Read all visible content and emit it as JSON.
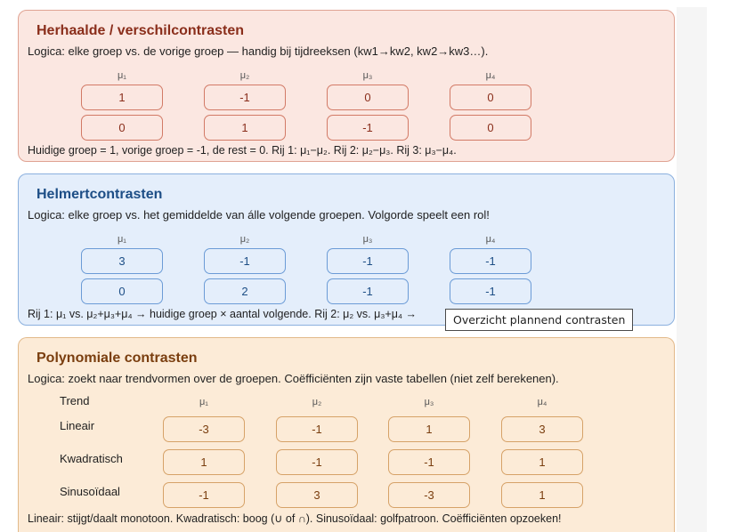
{
  "herhaalde": {
    "title": "Herhaalde / verschilcontrasten",
    "logic": "Logica: elke groep vs. de vorige groep — handig bij tijdreeksen (kw1→kw2, kw2→kw3…).",
    "headers": [
      "μ₁",
      "μ₂",
      "μ₃",
      "μ₄"
    ],
    "rows": [
      [
        "1",
        "-1",
        "0",
        "0"
      ],
      [
        "0",
        "1",
        "-1",
        "0"
      ]
    ],
    "note": "Huidige groep = 1, vorige groep = -1, de rest = 0. Rij 1: μ₁−μ₂. Rij 2: μ₂−μ₃. Rij 3: μ₃−μ₄."
  },
  "helmert": {
    "title": "Helmertcontrasten",
    "logic": "Logica: elke groep vs. het gemiddelde van álle volgende groepen. Volgorde speelt een rol!",
    "headers": [
      "μ₁",
      "μ₂",
      "μ₃",
      "μ₄"
    ],
    "rows": [
      [
        "3",
        "-1",
        "-1",
        "-1"
      ],
      [
        "0",
        "2",
        "-1",
        "-1"
      ]
    ],
    "note": "Rij 1: μ₁ vs. μ₂+μ₃+μ₄ → huidige groep × aantal volgende. Rij 2: μ₂ vs. μ₃+μ₄ →"
  },
  "polynomiaal": {
    "title": "Polynomiale contrasten",
    "logic": "Logica: zoekt naar trendvormen over de groepen. Coëfficiënten zijn vaste tabellen (niet zelf berekenen).",
    "trend_header": "Trend",
    "headers": [
      "μ₁",
      "μ₂",
      "μ₃",
      "μ₄"
    ],
    "trends": [
      "Lineair",
      "Kwadratisch",
      "Sinusoïdaal"
    ],
    "rows": [
      [
        "-3",
        "-1",
        "1",
        "3"
      ],
      [
        "1",
        "-1",
        "-1",
        "1"
      ],
      [
        "-1",
        "3",
        "-3",
        "1"
      ]
    ],
    "note": "Lineair: stijgt/daalt monotoon. Kwadratisch: boog (∪ of ∩). Sinusoïdaal: golfpatroon. Coëfficiënten opzoeken!"
  },
  "tooltip": "Overzicht plannend contrasten"
}
